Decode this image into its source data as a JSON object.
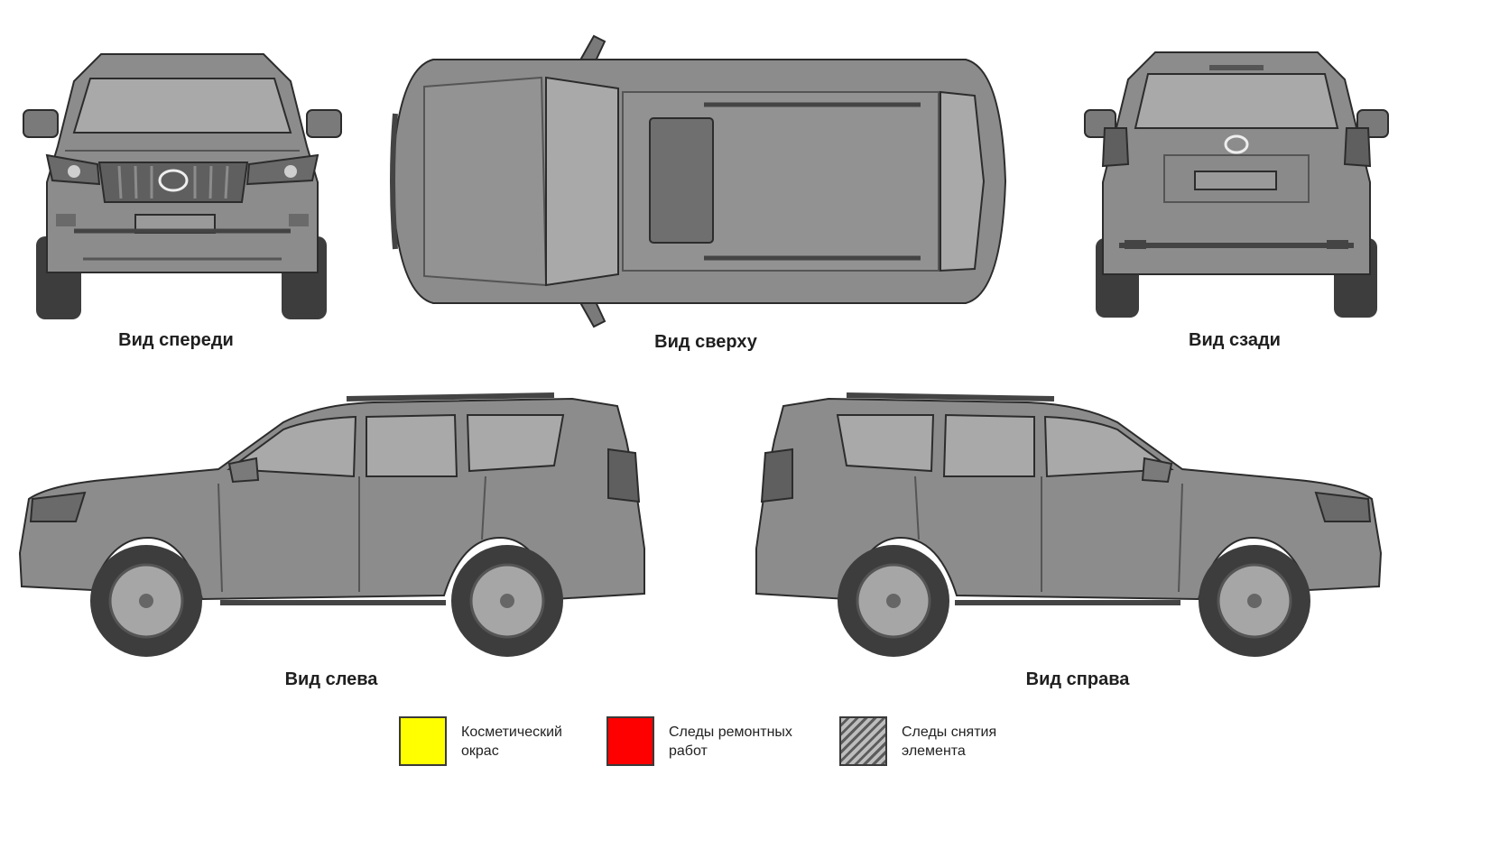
{
  "views": {
    "front": {
      "label": "Вид спереди"
    },
    "top": {
      "label": "Вид сверху"
    },
    "rear": {
      "label": "Вид сзади"
    },
    "left": {
      "label": "Вид слева"
    },
    "right": {
      "label": "Вид справа"
    }
  },
  "legend": [
    {
      "line1": "Косметический",
      "line2": "окрас",
      "color": "#ffff00",
      "pattern": "solid"
    },
    {
      "line1": "Следы ремонтных",
      "line2": "работ",
      "color": "#ff0000",
      "pattern": "solid"
    },
    {
      "line1": "Следы снятия",
      "line2": "элемента",
      "color": "#888888",
      "pattern": "hatched"
    }
  ],
  "colors": {
    "body": "#8c8c8c",
    "body_dark": "#5f5f5f",
    "glass": "#a9a9a9",
    "tire": "#3d3d3d",
    "outline": "#2c2c2c"
  }
}
